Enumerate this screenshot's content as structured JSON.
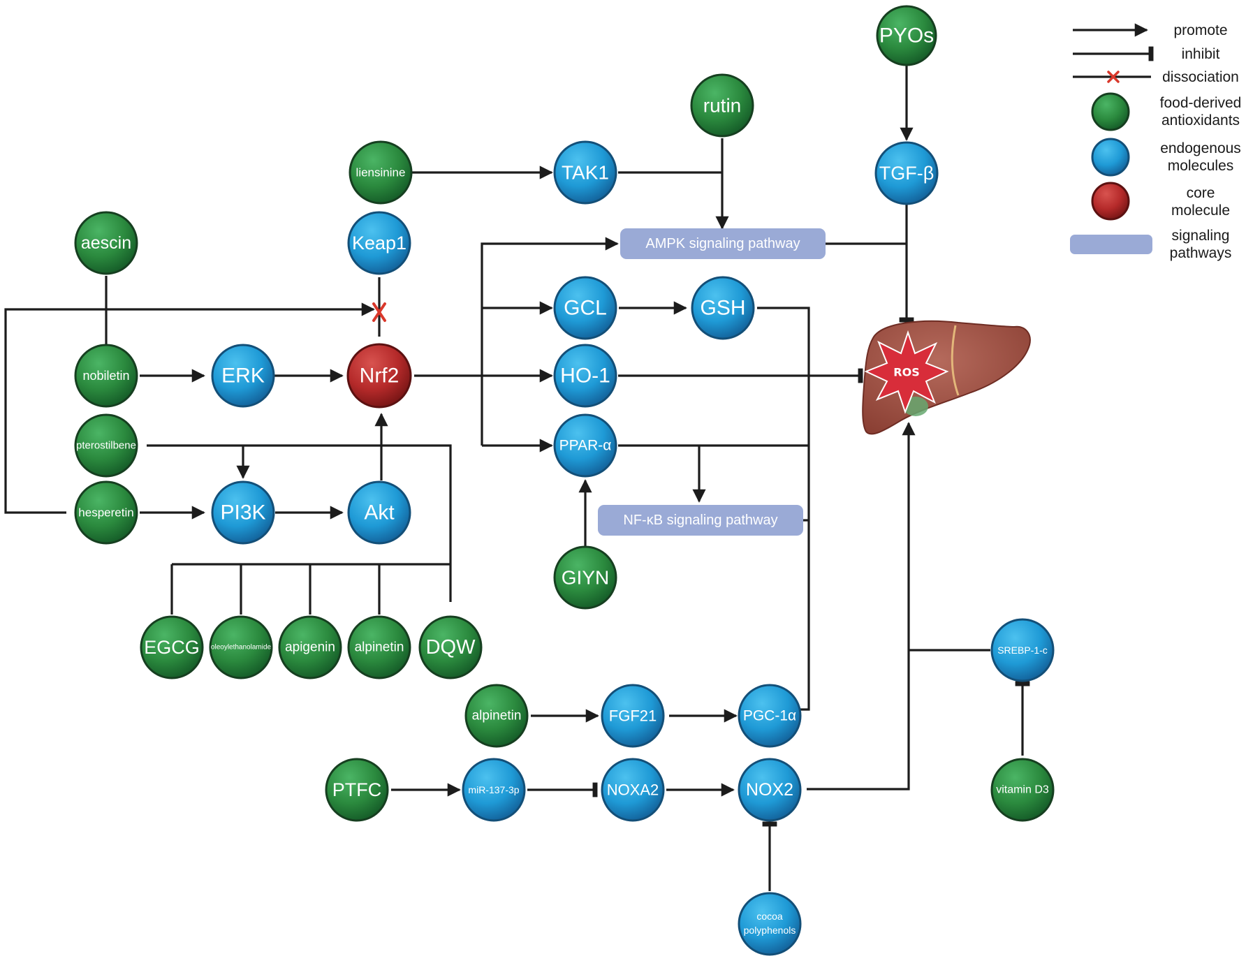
{
  "colors": {
    "food": "#2b8a3e",
    "endogenous": "#1f9ad6",
    "core": "#b52a2a",
    "pathway": "#9aaad6",
    "liver": "#9a4b3e",
    "ros": "#d82d3a",
    "line": "#1c1c1c",
    "dissociation": "#d9382b"
  },
  "legend": {
    "promote": "promote",
    "inhibit": "inhibit",
    "dissociation": "dissociation",
    "food_line1": "food-derived",
    "food_line2": "antioxidants",
    "endo_line1": "endogenous",
    "endo_line2": "molecules",
    "core_line1": "core",
    "core_line2": "molecule",
    "pathway_line1": "signaling",
    "pathway_line2": "pathways"
  },
  "liver": {
    "label": "ROS"
  },
  "nodes": {
    "pyos": "PYOs",
    "tgfb": "TGF-β",
    "rutin": "rutin",
    "liensinine": "liensinine",
    "tak1": "TAK1",
    "aescin": "aescin",
    "keap1": "Keap1",
    "nobiletin": "nobiletin",
    "erk": "ERK",
    "nrf2": "Nrf2",
    "gcl": "GCL",
    "gsh": "GSH",
    "ho1": "HO-1",
    "ppara": "PPAR-α",
    "pterostilbene": "pterostilbene",
    "hesperetin": "hesperetin",
    "pi3k": "PI3K",
    "akt": "Akt",
    "giyn": "GIYN",
    "egcg": "EGCG",
    "oleoylethanolamide": "oleoylethanolamide",
    "apigenin": "apigenin",
    "alpinetin1": "alpinetin",
    "dqw": "DQW",
    "srebp": "SREBP-1-c",
    "alpinetin2": "alpinetin",
    "fgf21": "FGF21",
    "pgc1a": "PGC-1α",
    "ptfc": "PTFC",
    "mir137": "miR-137-3p",
    "noxa2": "NOXA2",
    "nox2": "NOX2",
    "vitd3": "vitamin D3",
    "cocoa1": "cocoa",
    "cocoa2": "polyphenols"
  },
  "pathways": {
    "ampk": "AMPK signaling pathway",
    "nfkb": "NF-κB signaling pathway"
  }
}
